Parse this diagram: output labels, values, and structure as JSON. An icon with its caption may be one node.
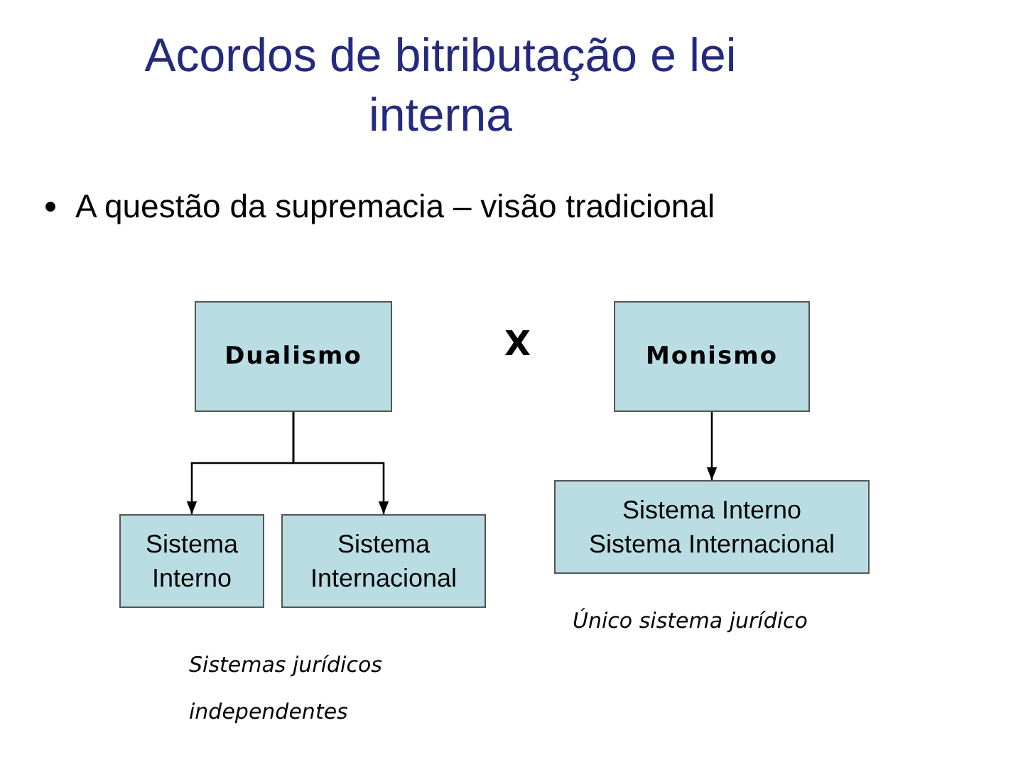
{
  "diagram": {
    "title": "Acordos de bitributação e lei interna",
    "nodes": [
      {
        "text": [
          "Dualismo"
        ]
      },
      {
        "text": [
          "Sistema Interno"
        ]
      },
      {
        "text": [
          "Sistema Internacional"
        ]
      },
      {
        "text": [
          "Monismo"
        ]
      },
      {
        "text": [
          "Sistema Interno",
          "Sistema Internacional"
        ]
      }
    ],
    "edges": [
      {
        "from": 0,
        "to": 1,
        "arrow": "to"
      },
      {
        "from": 0,
        "to": 2,
        "arrow": "to"
      },
      {
        "from": 3,
        "to": 4,
        "arrow": "to"
      }
    ],
    "labels": [
      "A questão da supremacia – visão tradicional",
      "X",
      "Único sistema jurídico",
      "Sistemas jurídicos independentes"
    ]
  }
}
